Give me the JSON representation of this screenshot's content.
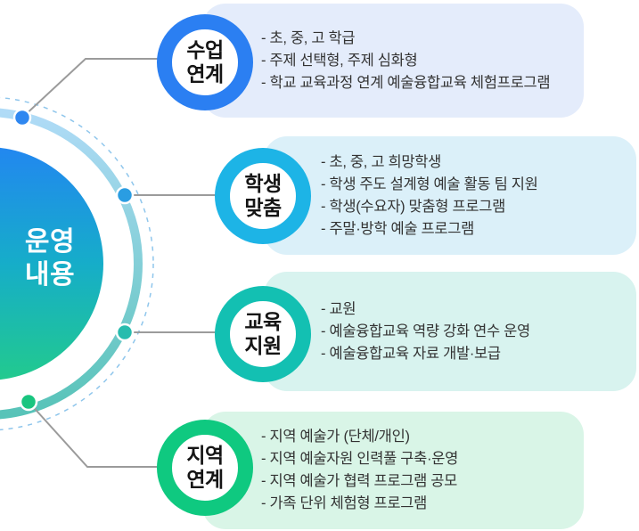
{
  "title": {
    "line1": "운영",
    "line2": "내용"
  },
  "colors": {
    "hub_gradient_top": "#2287f0",
    "hub_gradient_mid": "#16adc9",
    "hub_gradient_bottom": "#22ca8e",
    "ring_gradient_top": "#b0dbf7",
    "ring_gradient_bottom": "#57c3b8",
    "dashed_ring": "#8fc6ec",
    "connector_line": "#9b9b9b",
    "box_text": "#333333",
    "badge_text": "#151515"
  },
  "branches": [
    {
      "id": "class-link",
      "badge": {
        "line1": "수업",
        "line2": "연계"
      },
      "ring_color": "#2b7ff2",
      "dot_color": "#2f87f0",
      "box_color": "#e4ecfb",
      "items": [
        "- 초, 중, 고 학급",
        "- 주제 선택형, 주제 심화형",
        "- 학교 교육과정 연계 예술융합교육 체험프로그램"
      ]
    },
    {
      "id": "student-fit",
      "badge": {
        "line1": "학생",
        "line2": "맞춤"
      },
      "ring_color": "#1db4e6",
      "dot_color": "#2a9de2",
      "box_color": "#dbf0f9",
      "items": [
        "- 초, 중, 고 희망학생",
        "- 학생 주도 설계형 예술 활동 팀 지원",
        "- 학생(수요자) 맞춤형 프로그램",
        "- 주말·방학 예술 프로그램"
      ]
    },
    {
      "id": "edu-support",
      "badge": {
        "line1": "교육",
        "line2": "지원"
      },
      "ring_color": "#13c0b2",
      "dot_color": "#27bcae",
      "box_color": "#d8f3ef",
      "items": [
        "- 교원",
        "- 예술융합교육 역량 강화 연수 운영",
        "- 예술융합교육 자료 개발·보급"
      ]
    },
    {
      "id": "local-link",
      "badge": {
        "line1": "지역",
        "line2": "연계"
      },
      "ring_color": "#0fc980",
      "dot_color": "#19c57f",
      "box_color": "#d9f5e7",
      "items": [
        "- 지역 예술가 (단체/개인)",
        "- 지역 예술자원 인력풀 구축·운영",
        "- 지역 예술가 협력 프로그램 공모",
        "- 가족 단위 체험형 프로그램"
      ]
    }
  ]
}
